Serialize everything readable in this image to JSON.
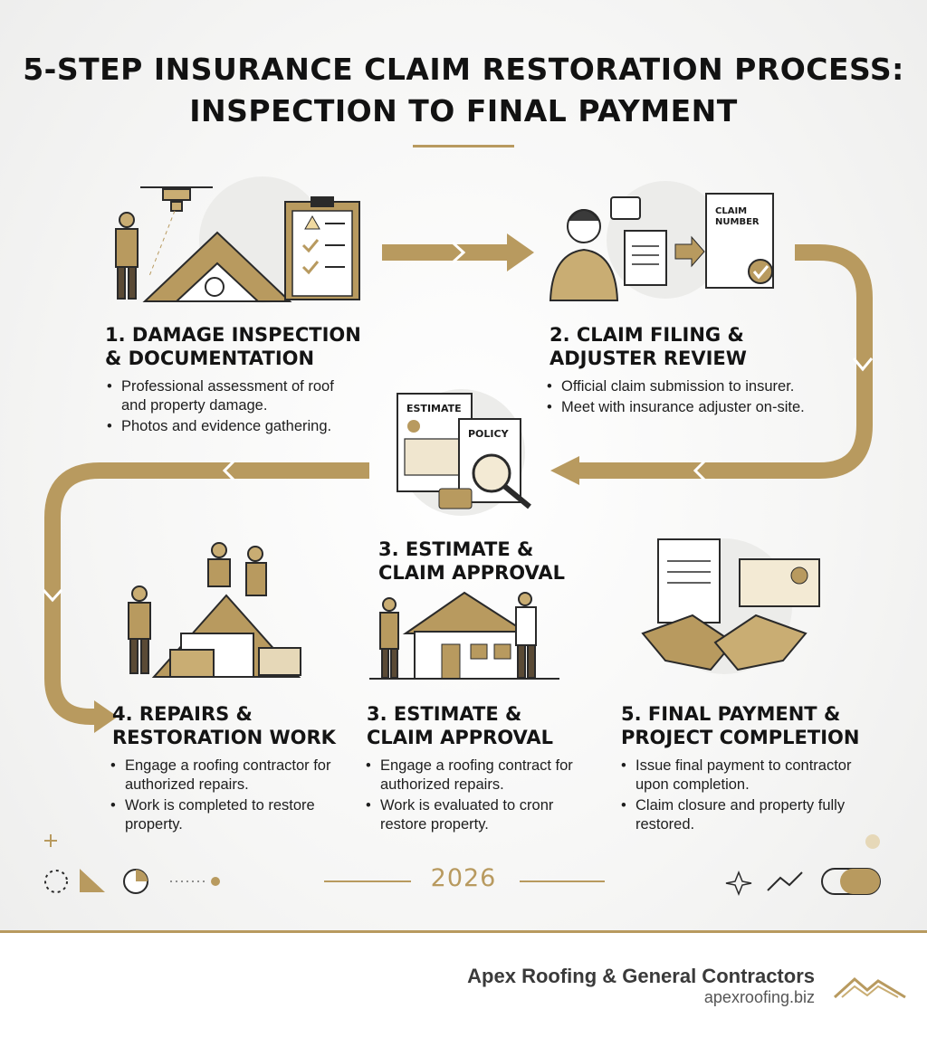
{
  "title": "5-STEP INSURANCE CLAIM RESTORATION PROCESS: INSPECTION TO FINAL PAYMENT",
  "colors": {
    "accent": "#b89a5f",
    "ink": "#1b1b1b"
  },
  "steps": [
    {
      "heading": "1. DAMAGE INSPECTION\n& DOCUMENTATION",
      "bullets": [
        "Professional assessment of roof and property damage.",
        "Photos and evidence gathering."
      ],
      "icon": "drone-roof-inspection-icon"
    },
    {
      "heading": "2.  CLAIM FILING &\nADJUSTER REVIEW",
      "bullets": [
        "Official claim submission to insurer.",
        "Meet with insurance adjuster on-site."
      ],
      "icon": "claim-filing-icon",
      "doc_label": "CLAIM\nNUMBER"
    },
    {
      "heading": "3. ESTIMATE &\nCLAIM APPROVAL",
      "icon": "estimate-policy-icon",
      "doc_labels": [
        "ESTIMATE",
        "POLICY"
      ]
    },
    {
      "heading": "4. REPAIRS &\nRESTORATION WORK",
      "bullets": [
        "Engage a roofing contractor for authorized repairs.",
        "Work is completed to restore property."
      ],
      "icon": "roofers-repair-icon"
    },
    {
      "heading": "3. ESTIMATE &\nCLAIM  APPROVAL",
      "bullets": [
        "Engage a roofing contract for authorized repairs.",
        "Work is evaluated to cronr restore property."
      ],
      "icon": "house-workers-icon"
    },
    {
      "heading": "5. FINAL PAYMENT &\nPROJECT COMPLETION",
      "bullets": [
        "Issue final payment to contractor upon completion.",
        "Claim closure and property fully restored."
      ],
      "icon": "handshake-contract-icon"
    }
  ],
  "year": "2026",
  "footer": {
    "company": "Apex Roofing & General Contractors",
    "website": "apexroofing.biz",
    "logo": "mountain-roof-logo-icon"
  }
}
